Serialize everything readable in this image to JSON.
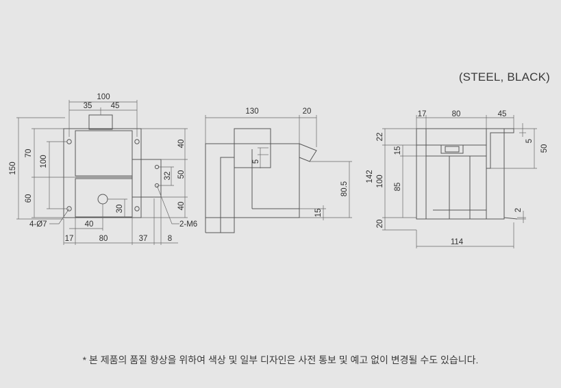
{
  "material_label": "(STEEL, BLACK)",
  "footnote": "* 본 제품의 품질 향상을 위하여 색상 및 일부 디자인은 사전 통보 및 예고 없이 변경될 수도 있습니다.",
  "front_view": {
    "top_total": "100",
    "top_left": "35",
    "top_right": "45",
    "left_total": "150",
    "left_upper": "70",
    "left_inner": "100",
    "left_lower": "60",
    "right_top": "40",
    "right_mid": "50",
    "right_inner": "32",
    "right_bottom": "40",
    "hole_offset": "30",
    "hole_x": "40",
    "bottom_left": "17",
    "bottom_mid": "80",
    "bottom_right": "37",
    "bottom_end": "8",
    "holes_note": "4-Ø7",
    "thread_note": "2-M6"
  },
  "side_view": {
    "top_width": "130",
    "top_ext": "20",
    "slot": "5",
    "height": "80.5",
    "bottom": "15"
  },
  "right_view": {
    "top_left": "17",
    "top_mid": "80",
    "top_right": "45",
    "left_top": "22",
    "left_total": "142",
    "left_inner_top": "15",
    "left_mid": "100",
    "left_inner": "85",
    "left_bottom": "20",
    "right_slot": "5",
    "right_height": "50",
    "right_small": "2",
    "bottom_width": "114"
  }
}
